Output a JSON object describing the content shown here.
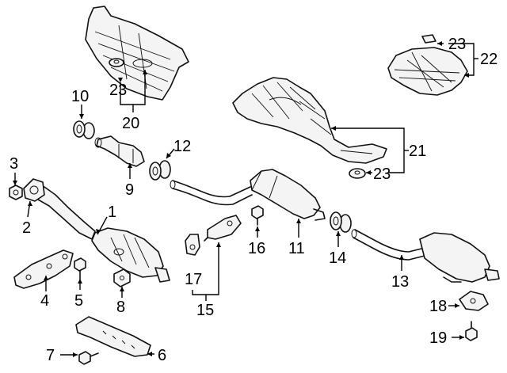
{
  "callouts": [
    {
      "id": "c1",
      "label": "1"
    },
    {
      "id": "c2",
      "label": "2"
    },
    {
      "id": "c3",
      "label": "3"
    },
    {
      "id": "c4",
      "label": "4"
    },
    {
      "id": "c5",
      "label": "5"
    },
    {
      "id": "c6",
      "label": "6"
    },
    {
      "id": "c7",
      "label": "7"
    },
    {
      "id": "c8",
      "label": "8"
    },
    {
      "id": "c9",
      "label": "9"
    },
    {
      "id": "c10",
      "label": "10"
    },
    {
      "id": "c11",
      "label": "11"
    },
    {
      "id": "c12",
      "label": "12"
    },
    {
      "id": "c13",
      "label": "13"
    },
    {
      "id": "c14",
      "label": "14"
    },
    {
      "id": "c15",
      "label": "15"
    },
    {
      "id": "c16",
      "label": "16"
    },
    {
      "id": "c17",
      "label": "17"
    },
    {
      "id": "c18",
      "label": "18"
    },
    {
      "id": "c19",
      "label": "19"
    },
    {
      "id": "c20",
      "label": "20"
    },
    {
      "id": "c21",
      "label": "21"
    },
    {
      "id": "c22",
      "label": "22"
    },
    {
      "id": "c23a",
      "label": "23"
    },
    {
      "id": "c23b",
      "label": "23"
    },
    {
      "id": "c23c",
      "label": "23"
    }
  ]
}
